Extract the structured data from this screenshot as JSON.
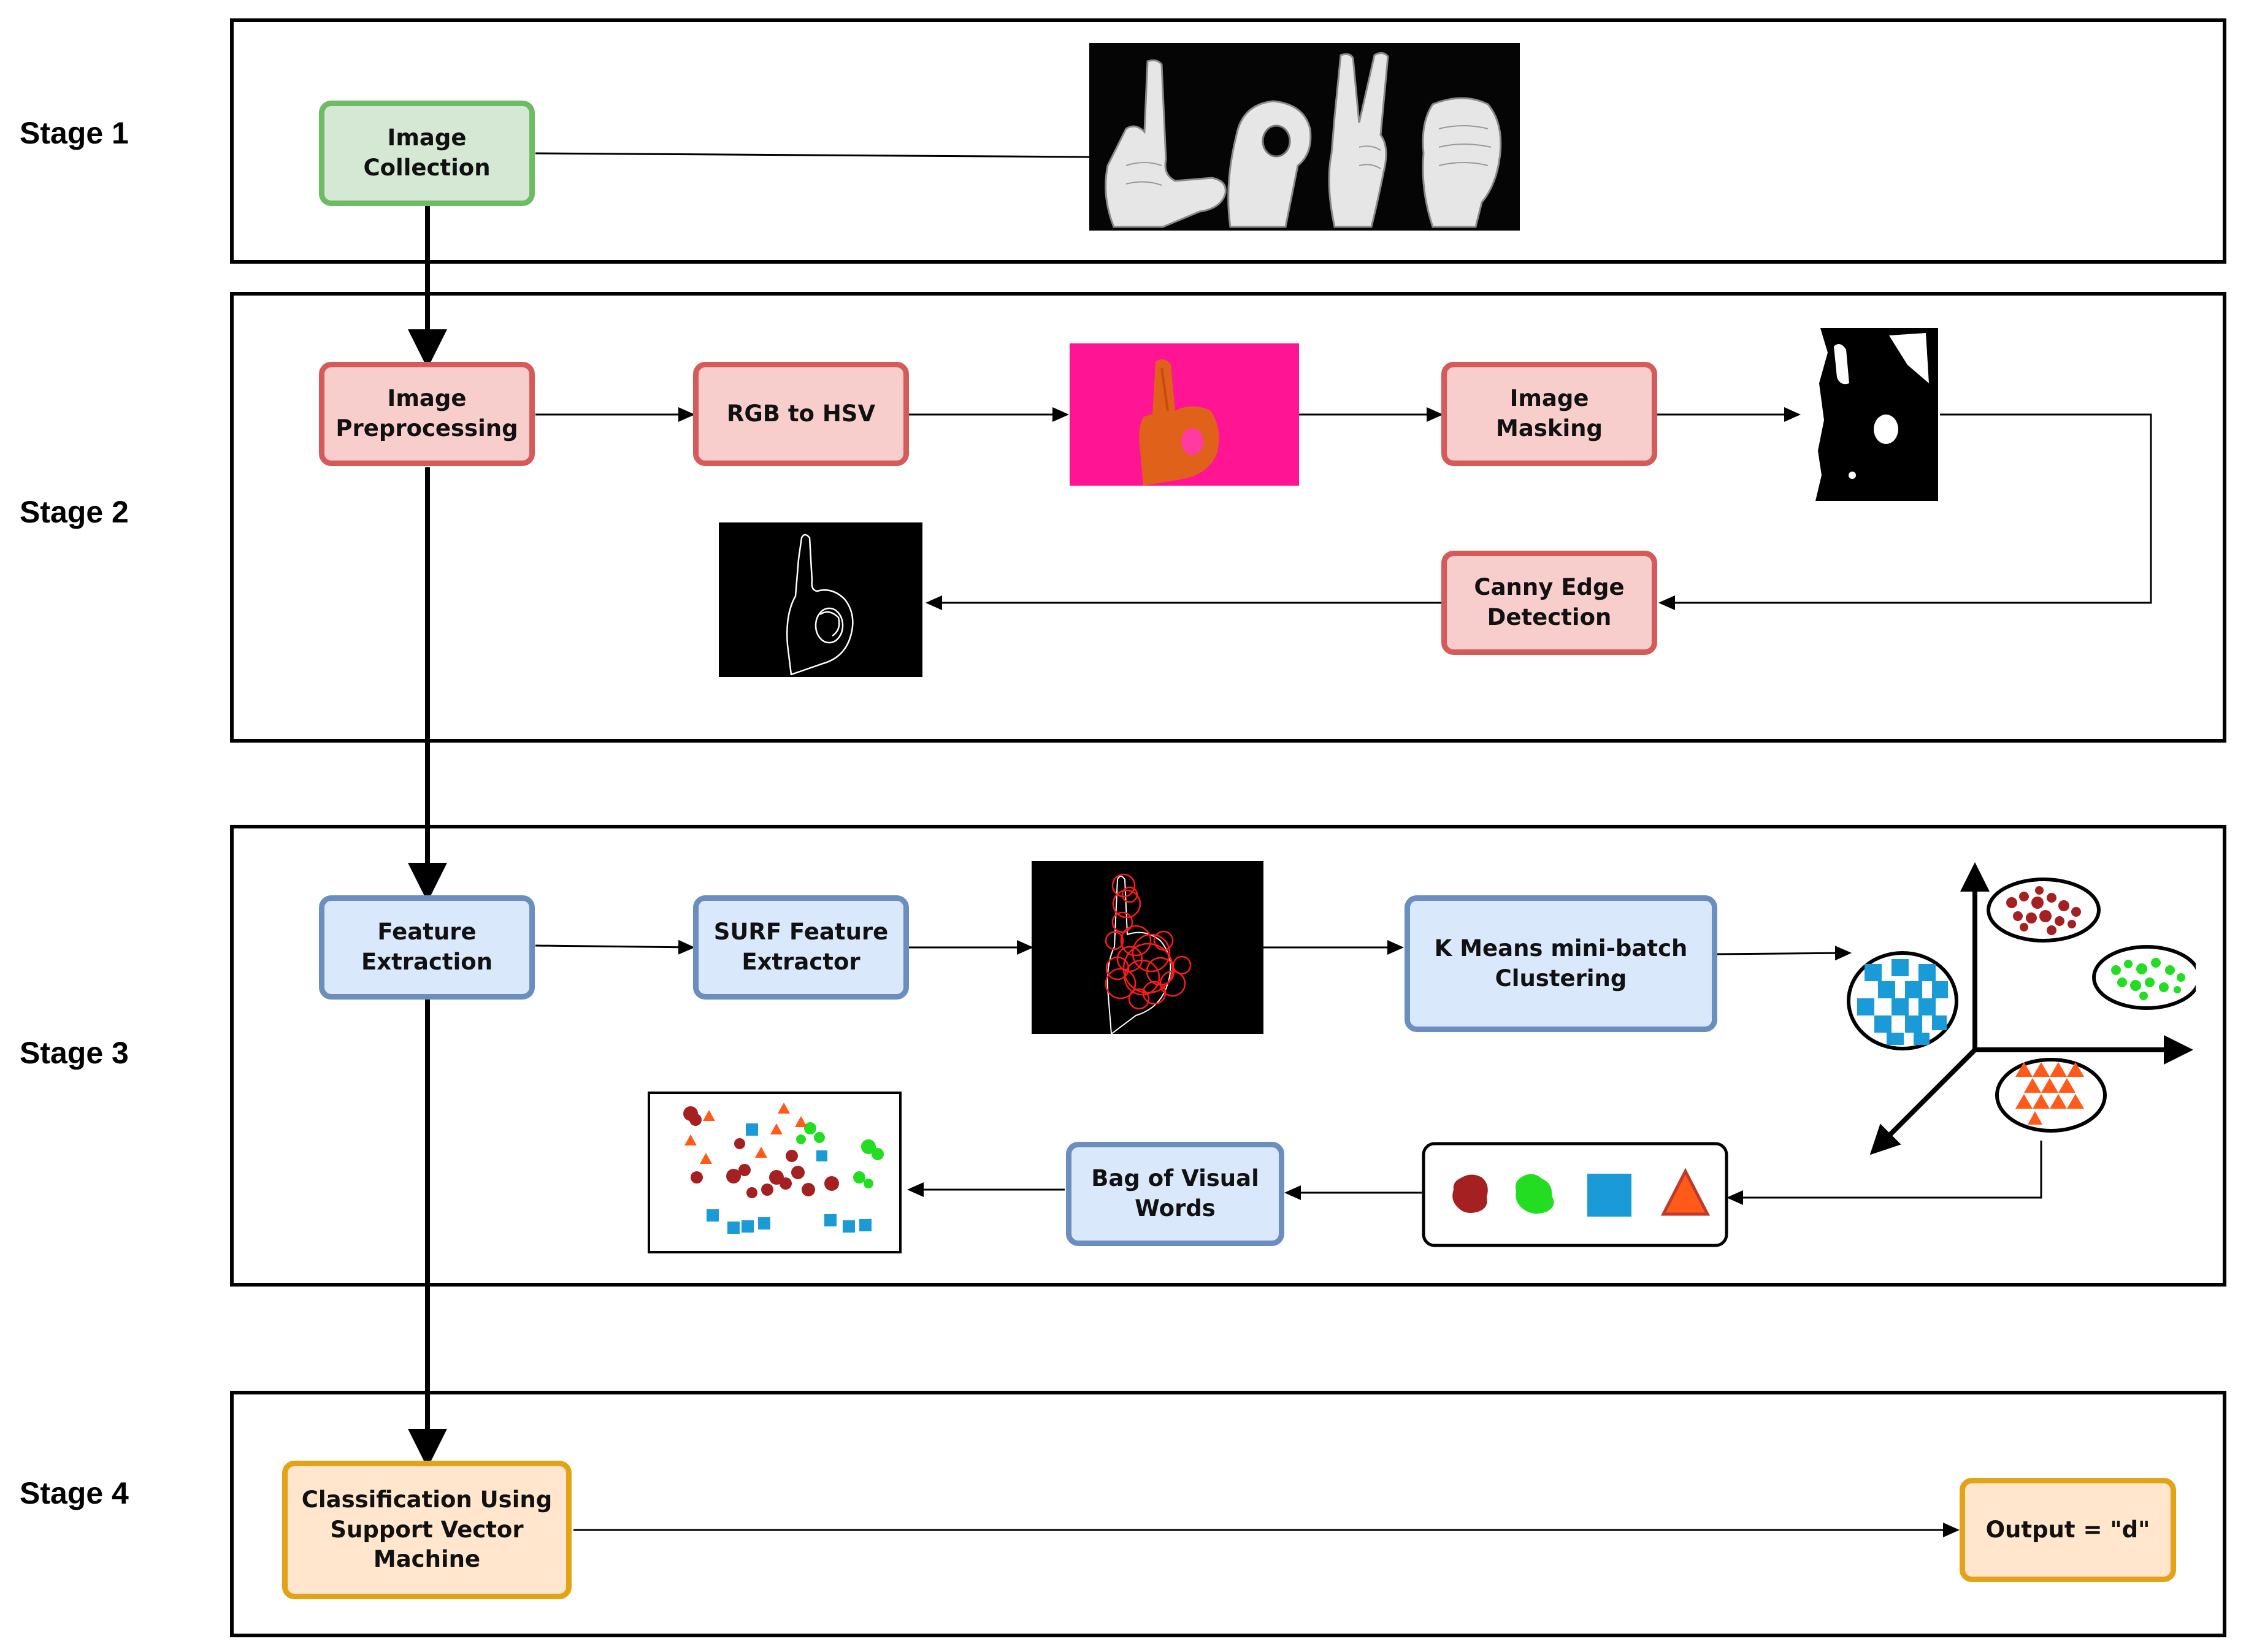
{
  "stages": [
    {
      "label": "Stage 1"
    },
    {
      "label": "Stage 2"
    },
    {
      "label": "Stage 3"
    },
    {
      "label": "Stage 4"
    }
  ],
  "nodes": {
    "image_collection": "Image\nCollection",
    "image_preprocessing": "Image\nPreprocessing",
    "rgb_to_hsv": "RGB to HSV",
    "image_masking": "Image\nMasking",
    "canny_edge": "Canny Edge\nDetection",
    "feature_extraction": "Feature\nExtraction",
    "surf": "SURF Feature\nExtractor",
    "kmeans": "K Means mini-batch\nClustering",
    "bovw": "Bag of Visual\nWords",
    "svm": "Classification Using\nSupport Vector\nMachine",
    "output": "Output = \"d\""
  },
  "colors": {
    "stage1_fill": "#d5e8d4",
    "stage1_stroke": "#6dbb62",
    "stage2_fill": "#f8cecc",
    "stage2_stroke": "#d55a5a",
    "stage3_fill": "#dae8fc",
    "stage3_stroke": "#6c8ebf",
    "stage4_fill": "#ffe6cc",
    "stage4_stroke": "#e2a316",
    "hsv_background": "#ff1493",
    "cluster_red": "#a52020",
    "cluster_green": "#22dd22",
    "cluster_blue": "#1a9bd8",
    "cluster_orange": "#ff5a1a"
  },
  "images": {
    "hand_gestures": "photo of four hand signs (L, O, V, A) on black",
    "hsv_hand": "hand converted to HSV on magenta",
    "mask": "binary mask of hand",
    "edges": "canny edge outline of hand",
    "surf_keypoints": "red SURF keypoint circles on hand outline",
    "clusters_3d": "3D scatter of four clusters with axes",
    "visual_words": "four visual word symbols",
    "bovw_scatter": "mixed visual words histogram"
  }
}
